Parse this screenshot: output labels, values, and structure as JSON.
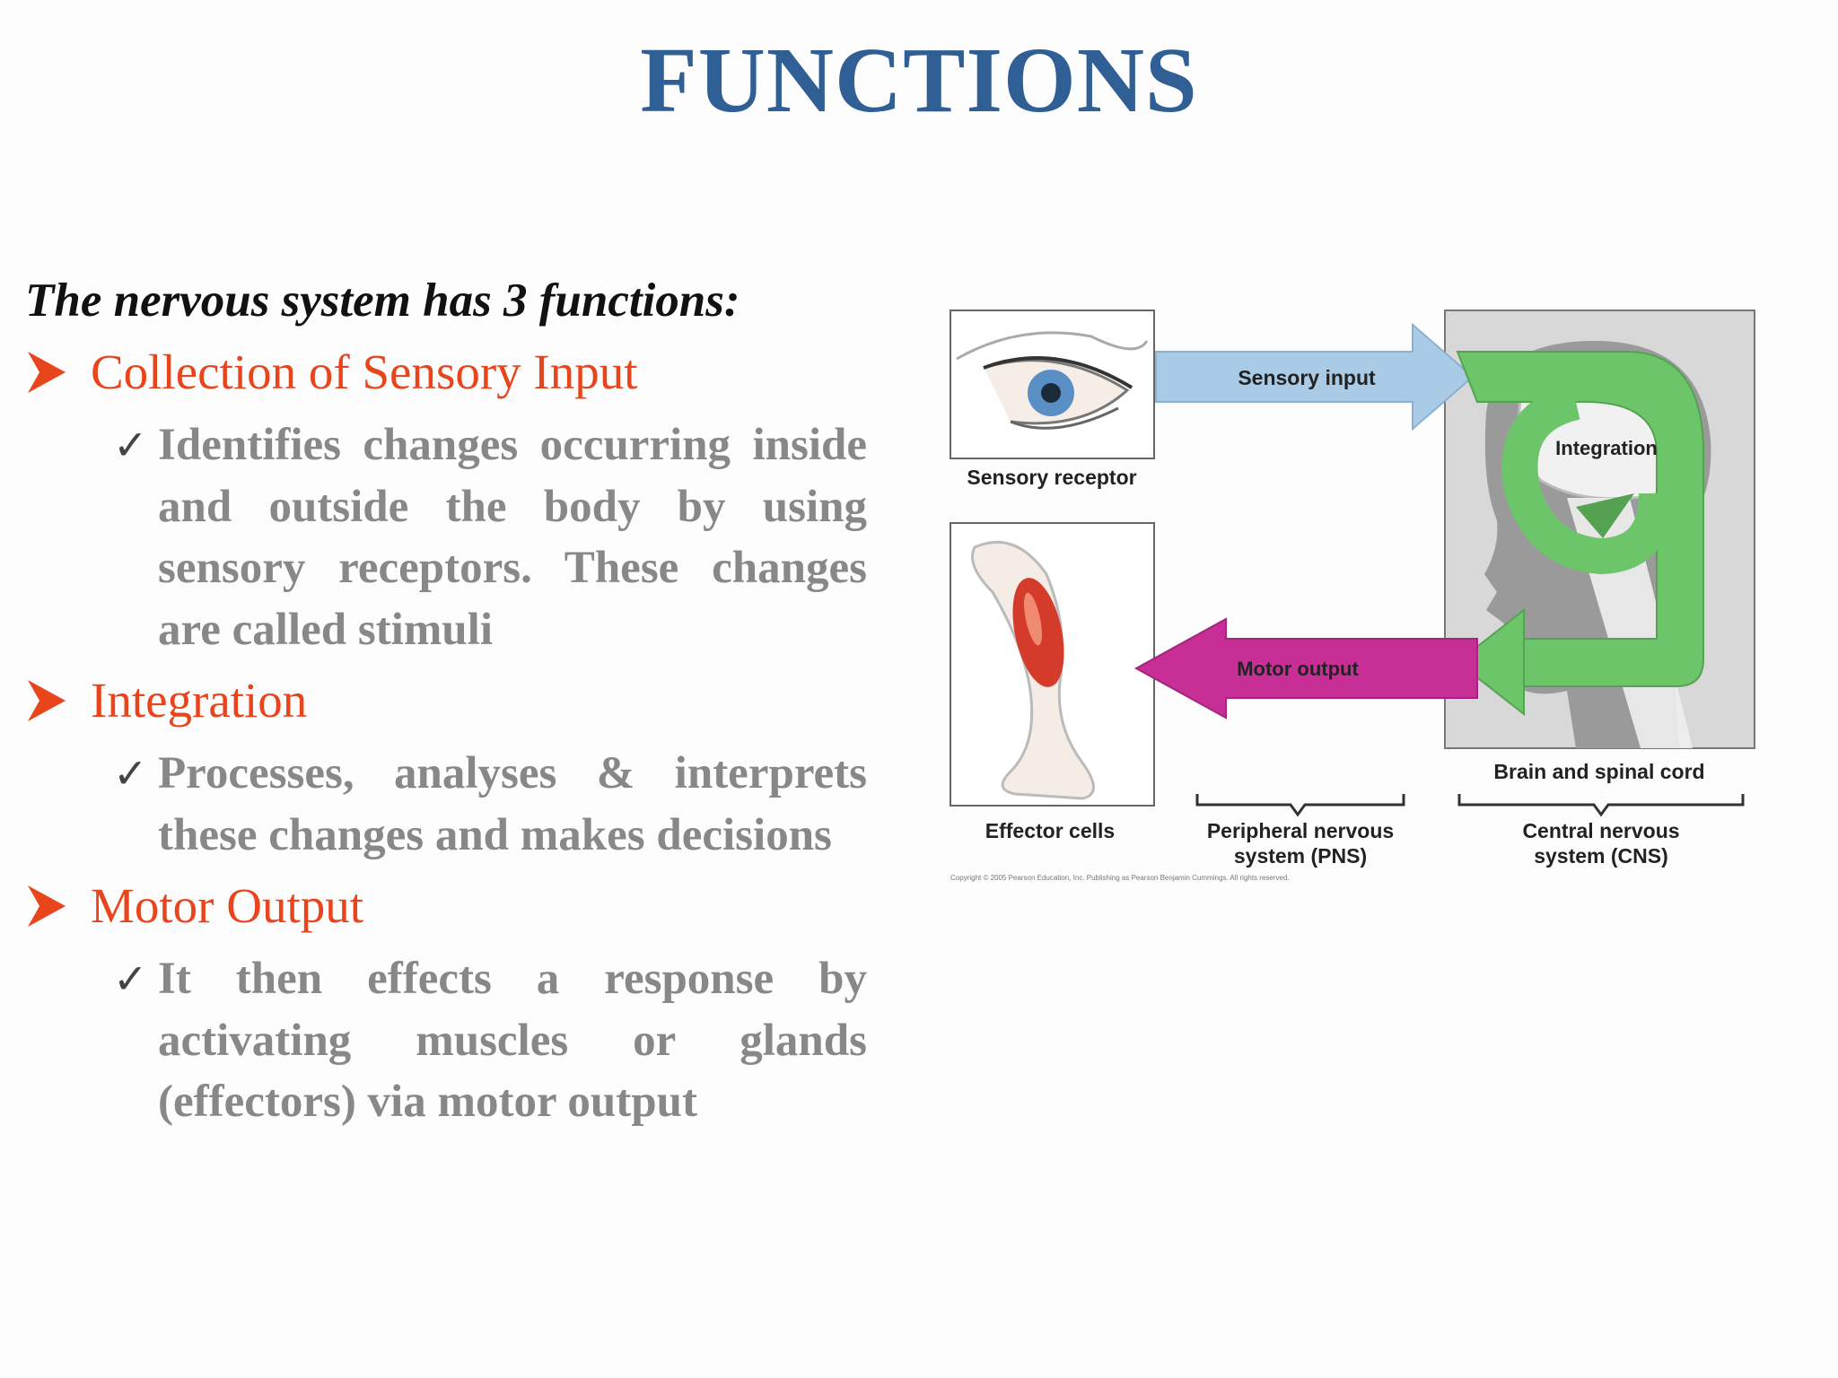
{
  "title": "FUNCTIONS",
  "intro": "The nervous system has 3 functions:",
  "functions": [
    {
      "label": "Collection of Sensory Input",
      "detail": "Identifies changes occurring inside and outside the body by using sensory receptors. These changes are called stimuli"
    },
    {
      "label": "Integration",
      "detail": "Processes, analyses & interprets these changes and makes decisions"
    },
    {
      "label": "Motor Output",
      "detail": "It then effects a response by activating muscles or glands (effectors) via motor output"
    }
  ],
  "diagram": {
    "sensory_input": "Sensory input",
    "sensory_receptor": "Sensory receptor",
    "integration": "Integration",
    "motor_output": "Motor output",
    "effector_cells": "Effector cells",
    "brain_spinal_cord": "Brain and spinal cord",
    "pns_line1": "Peripheral nervous",
    "pns_line2": "system (PNS)",
    "cns_line1": "Central nervous",
    "cns_line2": "system (CNS)",
    "copyright": "Copyright © 2005 Pearson Education, Inc. Publishing as Pearson Benjamin Cummings. All rights reserved."
  },
  "colors": {
    "title": "#2f5f94",
    "bullet": "#e8451c",
    "sensory_arrow": "#a9cbe6",
    "integration_arrow": "#6dc56a",
    "motor_arrow": "#c72f97"
  }
}
